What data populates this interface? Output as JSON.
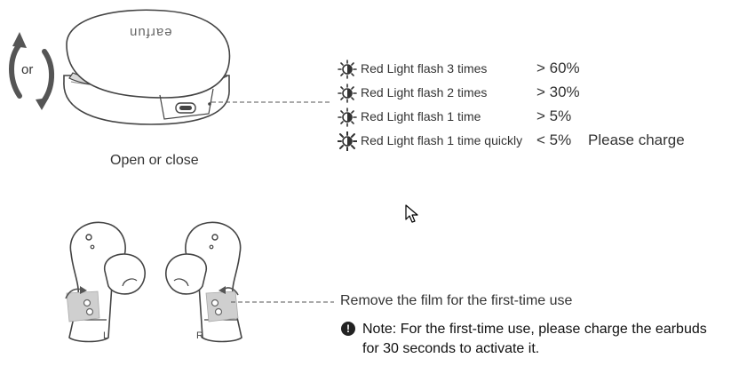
{
  "case": {
    "brand": "earfun",
    "rotate_label": "or",
    "caption": "Open or close"
  },
  "indicator": {
    "rows": [
      {
        "icon": "sun-flash-icon",
        "text": "Red Light flash 3 times",
        "value": "> 60%",
        "extra": ""
      },
      {
        "icon": "sun-flash-icon",
        "text": "Red Light flash 2 times",
        "value": "> 30%",
        "extra": ""
      },
      {
        "icon": "sun-flash-icon",
        "text": "Red Light flash 1 time",
        "value": "> 5%",
        "extra": ""
      },
      {
        "icon": "quick-flash-icon",
        "text": "Red Light flash 1 time quickly",
        "value": "< 5%",
        "extra": "Please charge"
      }
    ]
  },
  "earbuds": {
    "left_label": "L",
    "right_label": "R",
    "film_caption": "Remove the film for the first-time use",
    "note_line1": "Note: For the first-time use, please charge the earbuds",
    "note_line2": "for 30 seconds to activate it."
  },
  "colors": {
    "line": "#444444",
    "text": "#333333"
  }
}
